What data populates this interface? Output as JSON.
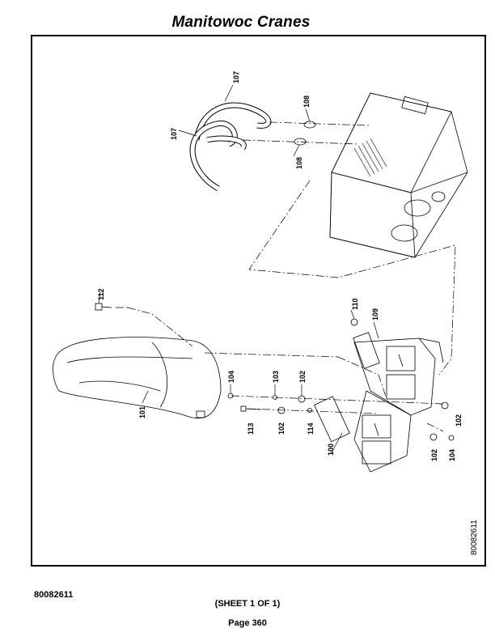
{
  "header": {
    "title": "Manitowoc Cranes"
  },
  "figure": {
    "labels": {
      "l100": "100",
      "l101": "101",
      "l102a": "102",
      "l102b": "102",
      "l102c": "102",
      "l102d": "102",
      "l103": "103",
      "l104a": "104",
      "l104b": "104",
      "l107a": "107",
      "l107b": "107",
      "l108a": "108",
      "l108b": "108",
      "l109": "109",
      "l110": "110",
      "l112": "112",
      "l113": "113",
      "l114": "114"
    },
    "figure_id": "80082611"
  },
  "footer": {
    "doc_number": "80082611",
    "sheet": "(SHEET 1 OF 1)",
    "page": "Page 360"
  }
}
